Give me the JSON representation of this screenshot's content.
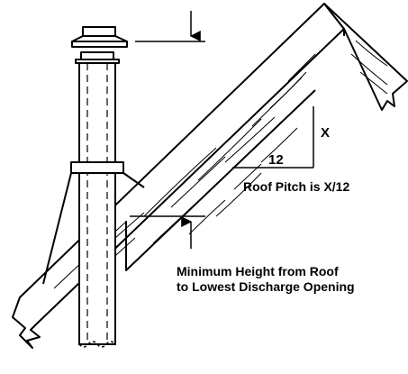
{
  "labels": {
    "pitch_rise": "X",
    "pitch_run": "12",
    "pitch_caption": "Roof Pitch is X/12",
    "min_height_line1": "Minimum Height from Roof",
    "min_height_line2": "to Lowest Discharge Opening"
  },
  "colors": {
    "ink": "#000000",
    "paper": "#ffffff"
  }
}
